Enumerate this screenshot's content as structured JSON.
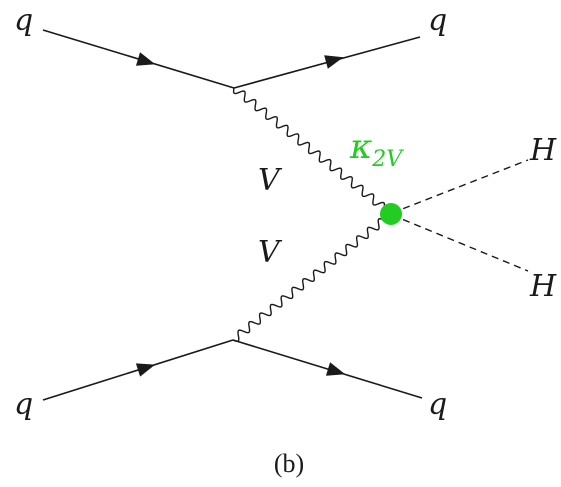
{
  "labels": {
    "q_in_top": "q",
    "q_out_top": "q",
    "q_in_bottom": "q",
    "q_out_bottom": "q",
    "v_upper": "V",
    "v_lower": "V",
    "h_upper": "H",
    "h_lower": "H"
  },
  "coupling": {
    "symbol": "κ",
    "subscript": "2V",
    "color": "#22cc22"
  },
  "caption": "(b)"
}
